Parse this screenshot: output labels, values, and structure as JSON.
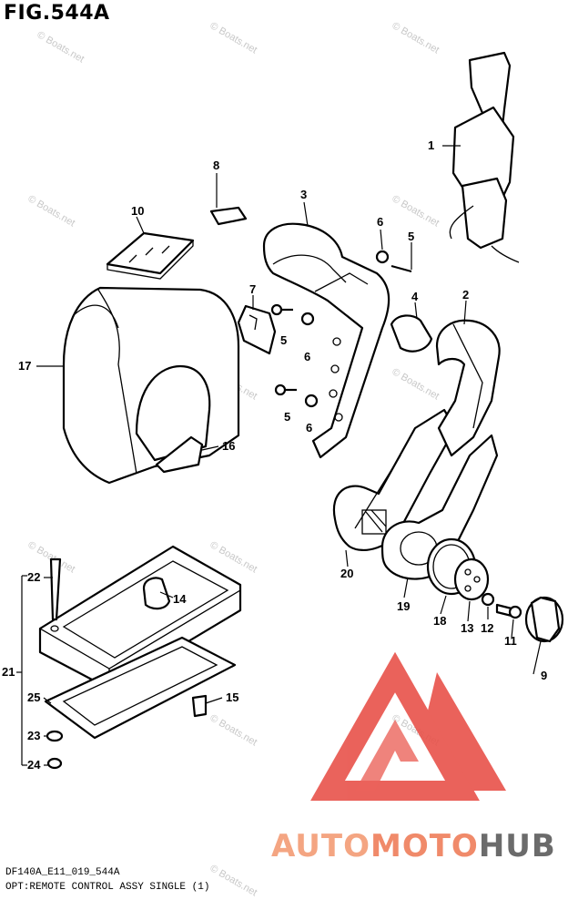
{
  "figure": {
    "title": "FIG.544A",
    "code": "DF140A_E11_019_544A",
    "caption": "OPT:REMOTE CONTROL ASSY SINGLE (1)"
  },
  "watermark": {
    "text": "© Boats.net"
  },
  "brand": {
    "auto": "AUTO",
    "moto": "MOTO",
    "hub": "HUB",
    "color_auto": "#f4a582",
    "color_moto": "#f08a6a",
    "color_hub": "#6b6b6b",
    "logo_color": "#e8524a"
  },
  "callouts": [
    {
      "id": "1"
    },
    {
      "id": "2"
    },
    {
      "id": "3"
    },
    {
      "id": "4"
    },
    {
      "id": "5"
    },
    {
      "id": "6"
    },
    {
      "id": "5"
    },
    {
      "id": "6"
    },
    {
      "id": "5"
    },
    {
      "id": "6"
    },
    {
      "id": "7"
    },
    {
      "id": "8"
    },
    {
      "id": "9"
    },
    {
      "id": "10"
    },
    {
      "id": "11"
    },
    {
      "id": "12"
    },
    {
      "id": "13"
    },
    {
      "id": "14"
    },
    {
      "id": "15"
    },
    {
      "id": "16"
    },
    {
      "id": "17"
    },
    {
      "id": "18"
    },
    {
      "id": "19"
    },
    {
      "id": "20"
    },
    {
      "id": "21"
    },
    {
      "id": "22"
    },
    {
      "id": "23"
    },
    {
      "id": "24"
    },
    {
      "id": "25"
    }
  ]
}
